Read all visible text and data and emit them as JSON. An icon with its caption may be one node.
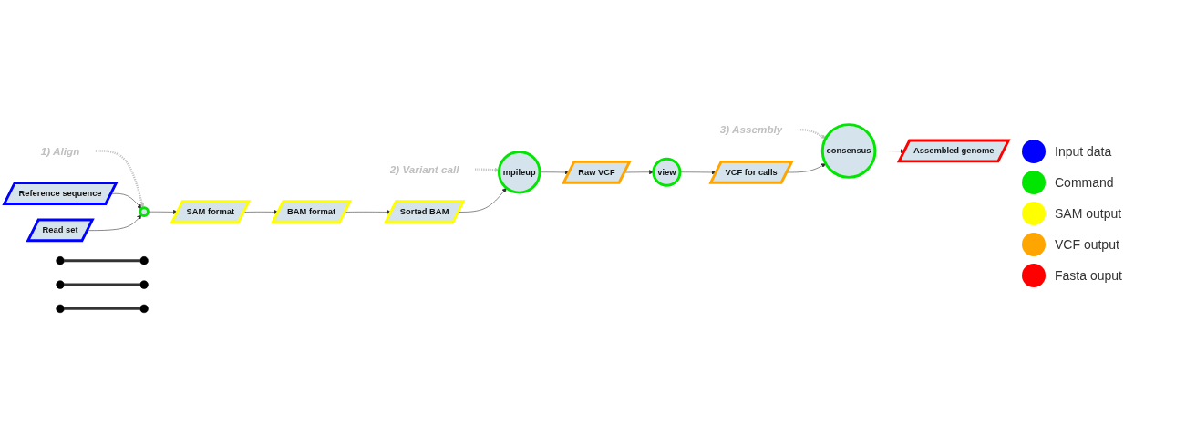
{
  "diagram": {
    "nodes": [
      {
        "text": [
          "1) Align"
        ]
      },
      {
        "text": [
          "2) Variant call"
        ]
      },
      {
        "text": [
          "3) Assembly"
        ]
      },
      {
        "text": [
          "Reference sequence"
        ]
      },
      {
        "text": [
          "Read set"
        ]
      },
      {
        "text": [],
        "shape": "circle"
      },
      {
        "text": [
          "SAM format"
        ]
      },
      {
        "text": [
          "BAM format"
        ]
      },
      {
        "text": [
          "Sorted BAM"
        ]
      },
      {
        "text": [
          "mpileup"
        ]
      },
      {
        "text": [
          "Raw VCF"
        ]
      },
      {
        "text": [
          "view"
        ]
      },
      {
        "text": [
          "VCF for calls"
        ]
      },
      {
        "text": [
          "consensus"
        ]
      },
      {
        "text": [
          "Assembled genome"
        ]
      },
      {
        "text": [],
        "shape": "circle"
      },
      {
        "text": [],
        "shape": "circle"
      },
      {
        "text": [],
        "shape": "circle"
      },
      {
        "text": [],
        "shape": "circle"
      },
      {
        "text": [],
        "shape": "circle"
      },
      {
        "text": [],
        "shape": "circle"
      }
    ],
    "edges": [
      {
        "from": 0,
        "to": 5,
        "arrow": "to",
        "style": "dashed",
        "color": "#c0c0c0"
      },
      {
        "from": 1,
        "to": 9,
        "arrow": "to",
        "style": "dashed",
        "color": "#c0c0c0"
      },
      {
        "from": 2,
        "to": 13,
        "arrow": "to",
        "style": "dashed",
        "color": "#c0c0c0"
      },
      {
        "from": 3,
        "to": 5,
        "arrow": "to"
      },
      {
        "from": 4,
        "to": 5,
        "arrow": "to"
      },
      {
        "from": 5,
        "to": 6,
        "arrow": "to"
      },
      {
        "from": 6,
        "to": 7,
        "arrow": "to"
      },
      {
        "from": 7,
        "to": 8,
        "arrow": "to"
      },
      {
        "from": 8,
        "to": 9,
        "arrow": "to"
      },
      {
        "from": 9,
        "to": 10,
        "arrow": "to"
      },
      {
        "from": 10,
        "to": 11,
        "arrow": "to"
      },
      {
        "from": 11,
        "to": 12,
        "arrow": "to"
      },
      {
        "from": 12,
        "to": 13,
        "arrow": "to"
      },
      {
        "from": 13,
        "to": 14,
        "arrow": "to"
      },
      {
        "from": 15,
        "to": 16,
        "arrow": "none",
        "style": "thick"
      },
      {
        "from": 17,
        "to": 18,
        "arrow": "none",
        "style": "thick"
      },
      {
        "from": 19,
        "to": 20,
        "arrow": "none",
        "style": "thick"
      }
    ],
    "legend": [
      {
        "text": "Input data",
        "color": "#0000ff"
      },
      {
        "text": "Command",
        "color": "#00e600"
      },
      {
        "text": "SAM output",
        "color": "#ffff00"
      },
      {
        "text": "VCF output",
        "color": "#ffa500"
      },
      {
        "text": "Fasta ouput",
        "color": "#ff0000"
      }
    ]
  }
}
